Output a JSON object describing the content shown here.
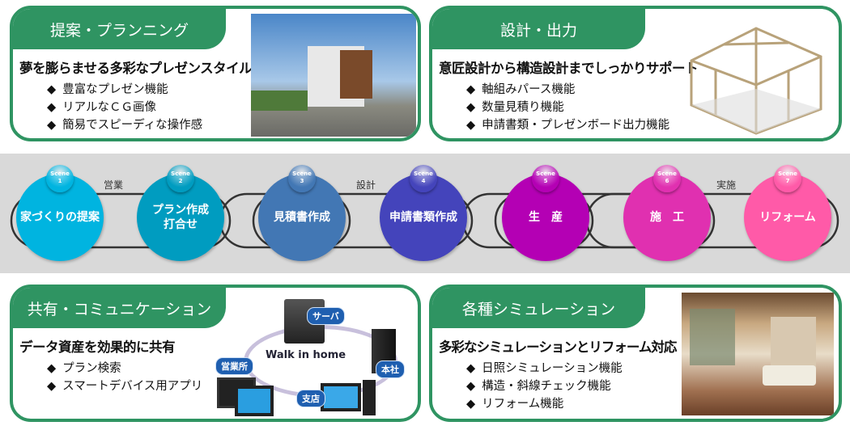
{
  "panels": [
    {
      "title": "提案・プランニング",
      "subtitle": "夢を膨らませる多彩なプレゼンスタイル",
      "bullets": [
        "豊富なプレゼン機能",
        "リアルなＣＧ画像",
        "簡易でスピーディな操作感"
      ]
    },
    {
      "title": "設計・出力",
      "subtitle": "意匠設計から構造設計までしっかりサポート",
      "bullets": [
        "軸組みパース機能",
        "数量見積り機能",
        "申請書類・プレゼンボード出力機能"
      ]
    },
    {
      "title": "共有・コミュニケーション",
      "subtitle": "データ資産を効果的に共有",
      "bullets": [
        "プラン検索",
        "スマートデバイス用アプリ"
      ]
    },
    {
      "title": "各種シミュレーション",
      "subtitle": "多彩なシミュレーションとリフォーム対応",
      "bullets": [
        "日照シミュレーション機能",
        "構造・斜線チェック機能",
        "リフォーム機能"
      ]
    }
  ],
  "flow": {
    "phases": [
      "営業",
      "設計",
      "実施"
    ],
    "scene_word": "Scene",
    "scenes": [
      {
        "num": "1",
        "label": "家づくりの提案",
        "color": "#00b4e0"
      },
      {
        "num": "2",
        "label": "プラン作成\n打合せ",
        "color": "#009cc0"
      },
      {
        "num": "3",
        "label": "見積書作成",
        "color": "#4277b4"
      },
      {
        "num": "4",
        "label": "申請書類作成",
        "color": "#4444bb"
      },
      {
        "num": "5",
        "label": "生　産",
        "color": "#b400b4"
      },
      {
        "num": "6",
        "label": "施　工",
        "color": "#e030b0"
      },
      {
        "num": "7",
        "label": "リフォーム",
        "color": "#ff5aa8"
      }
    ]
  },
  "network": {
    "nodes": [
      "サーバ",
      "本社",
      "営業所",
      "支店"
    ],
    "logo": "Walk in home"
  },
  "colors": {
    "green": "#2f9462",
    "band": "#d9d9d9"
  }
}
